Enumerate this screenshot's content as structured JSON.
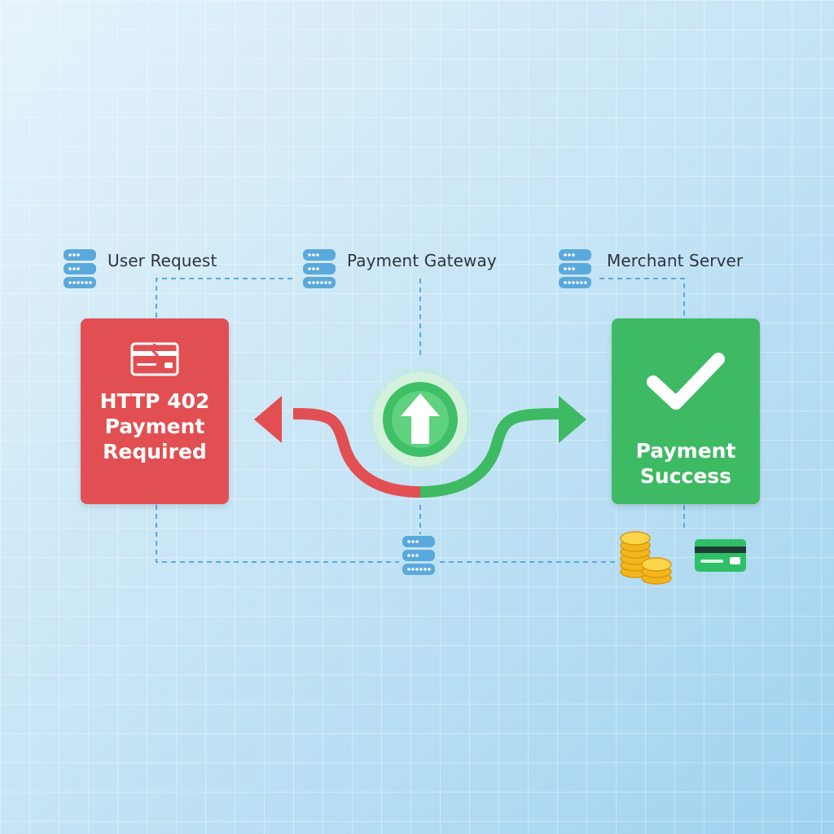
{
  "nodes": {
    "user_request": "User Request",
    "payment_gateway": "Payment Gateway",
    "merchant_server": "Merchant Server"
  },
  "error_card": {
    "line1": "HTTP 402",
    "line2": "Payment",
    "line3": "Required"
  },
  "success_card": {
    "line1": "Payment",
    "line2": "Success"
  },
  "colors": {
    "error": "#e24f52",
    "success": "#3dba63",
    "accent_blue": "#5aa9dc",
    "coin": "#f5b81d",
    "card_green": "#2fbf66"
  },
  "icons": [
    "database-icon",
    "broken-credit-card-icon",
    "up-arrow-icon",
    "checkmark-icon",
    "coins-icon",
    "credit-card-icon"
  ]
}
